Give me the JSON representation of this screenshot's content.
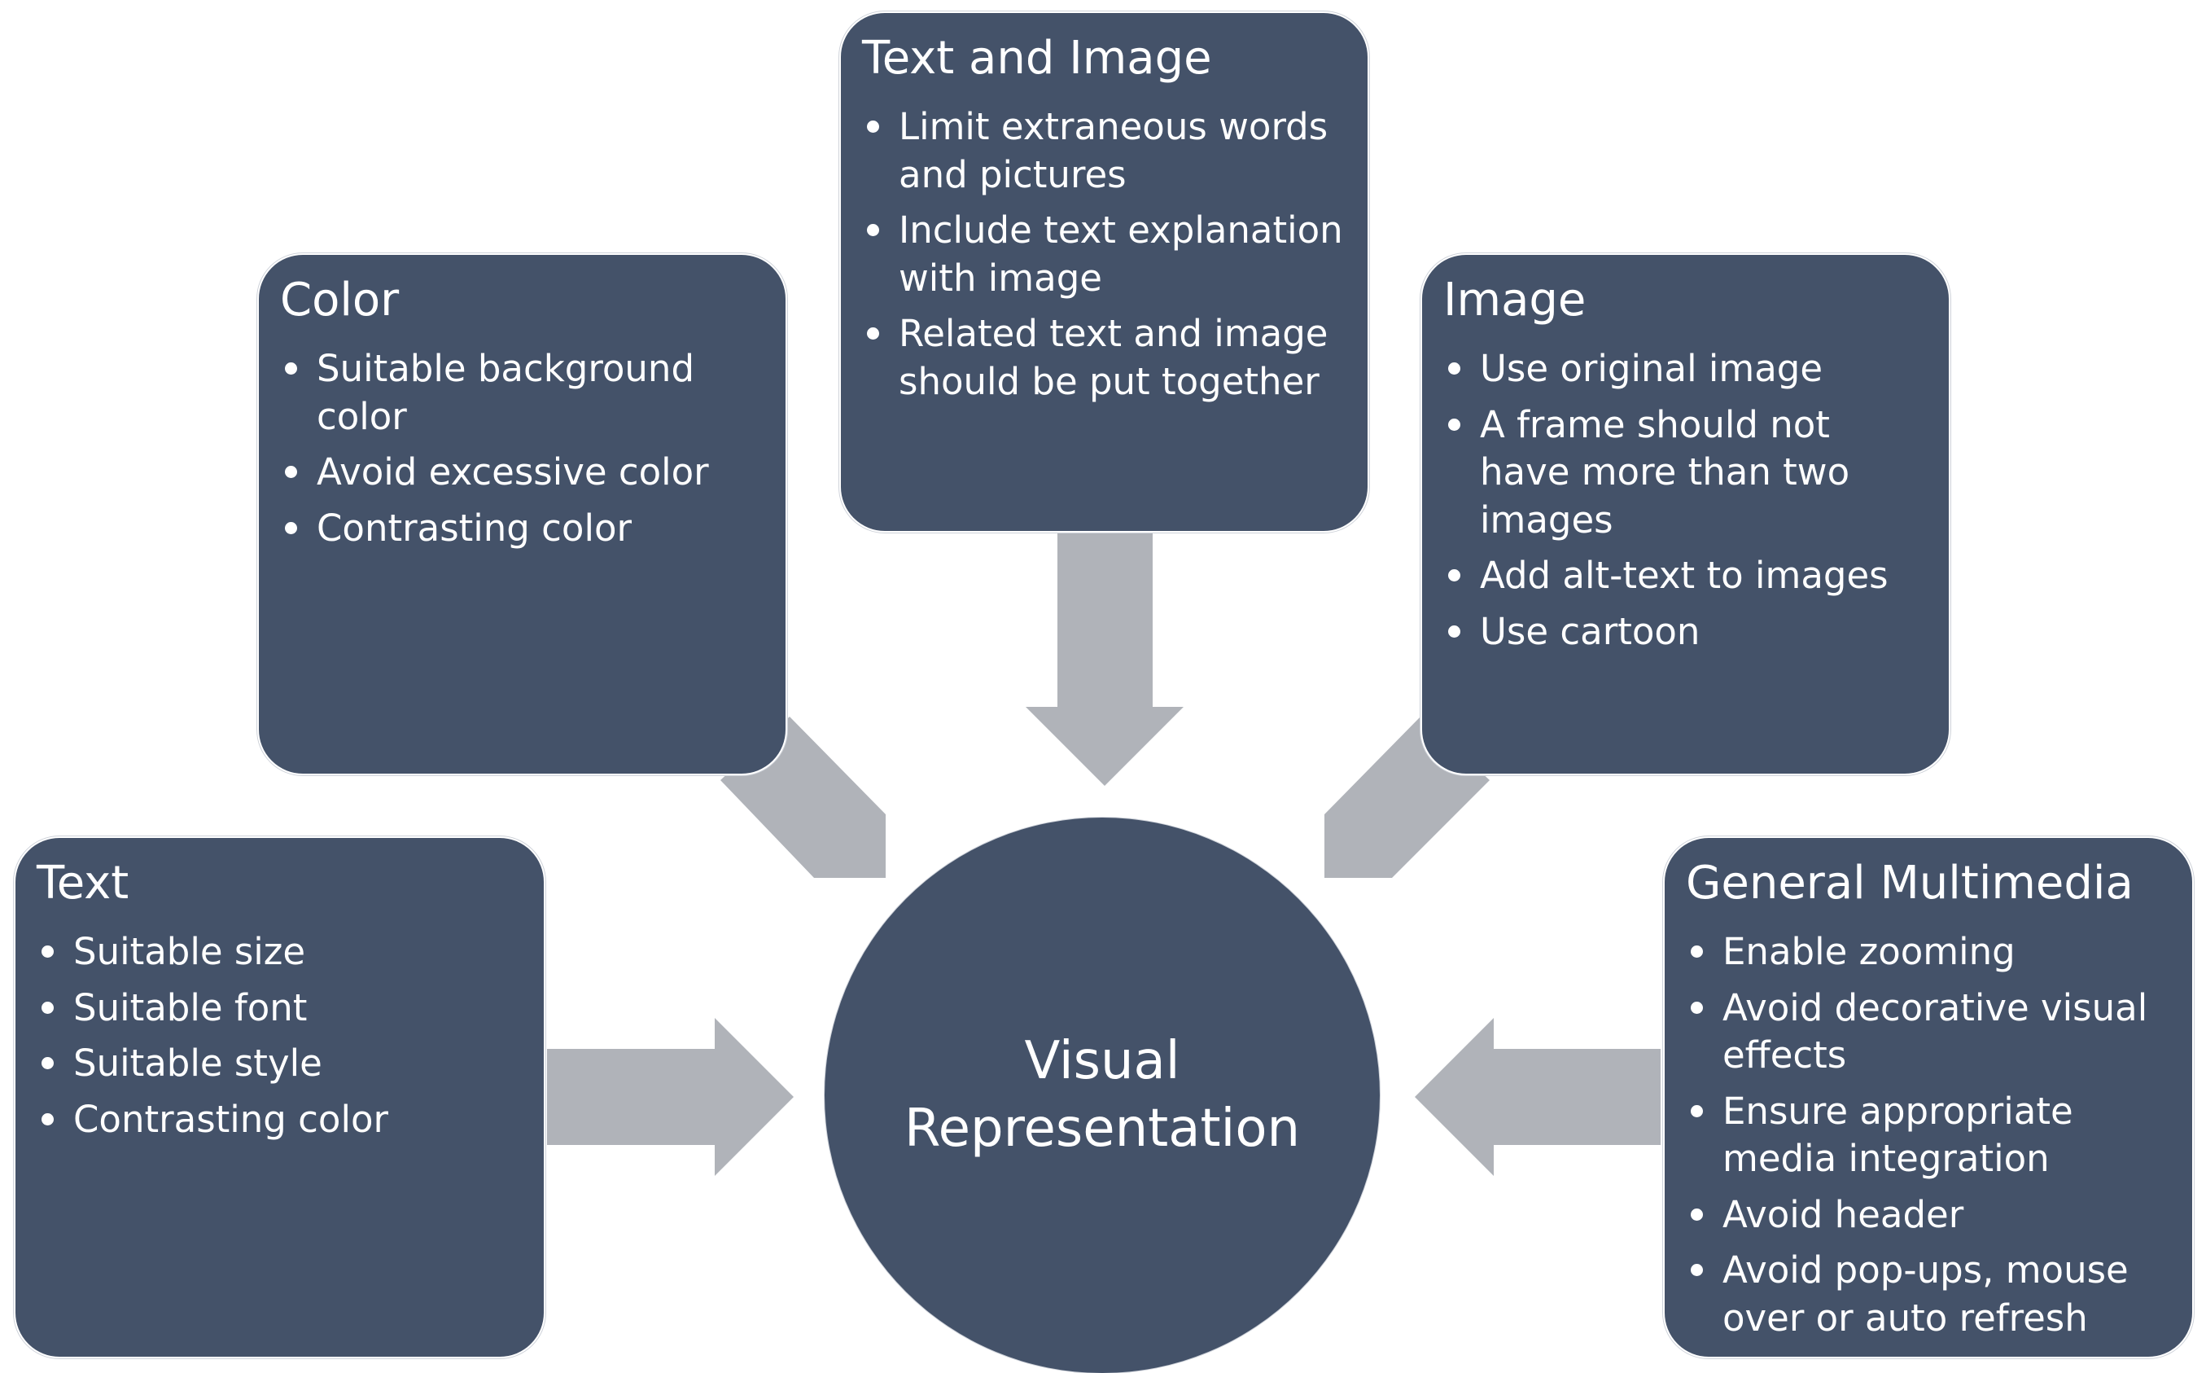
{
  "center": {
    "line1": "Visual",
    "line2": "Representation"
  },
  "boxes": {
    "text_and_image": {
      "title": "Text and Image",
      "items": [
        "Limit extraneous words and pictures",
        "Include text explanation with image",
        "Related text and image should be put together"
      ]
    },
    "color": {
      "title": "Color",
      "items": [
        "Suitable background color",
        "Avoid excessive color",
        "Contrasting color"
      ]
    },
    "image": {
      "title": "Image",
      "items": [
        "Use original image",
        "A frame should not have more than two images",
        "Add alt-text to images",
        "Use cartoon"
      ]
    },
    "text": {
      "title": "Text",
      "items": [
        "Suitable size",
        "Suitable font",
        "Suitable style",
        "Contrasting color"
      ]
    },
    "general_multimedia": {
      "title": "General Multimedia",
      "items": [
        "Enable zooming",
        "Avoid decorative visual effects",
        "Ensure appropriate media integration",
        "Avoid header",
        "Avoid pop-ups, mouse over or auto refresh"
      ]
    }
  },
  "colors": {
    "box_fill": "#445269",
    "arrow_fill": "#b0b3b9",
    "text": "#ffffff",
    "background": "#ffffff"
  }
}
